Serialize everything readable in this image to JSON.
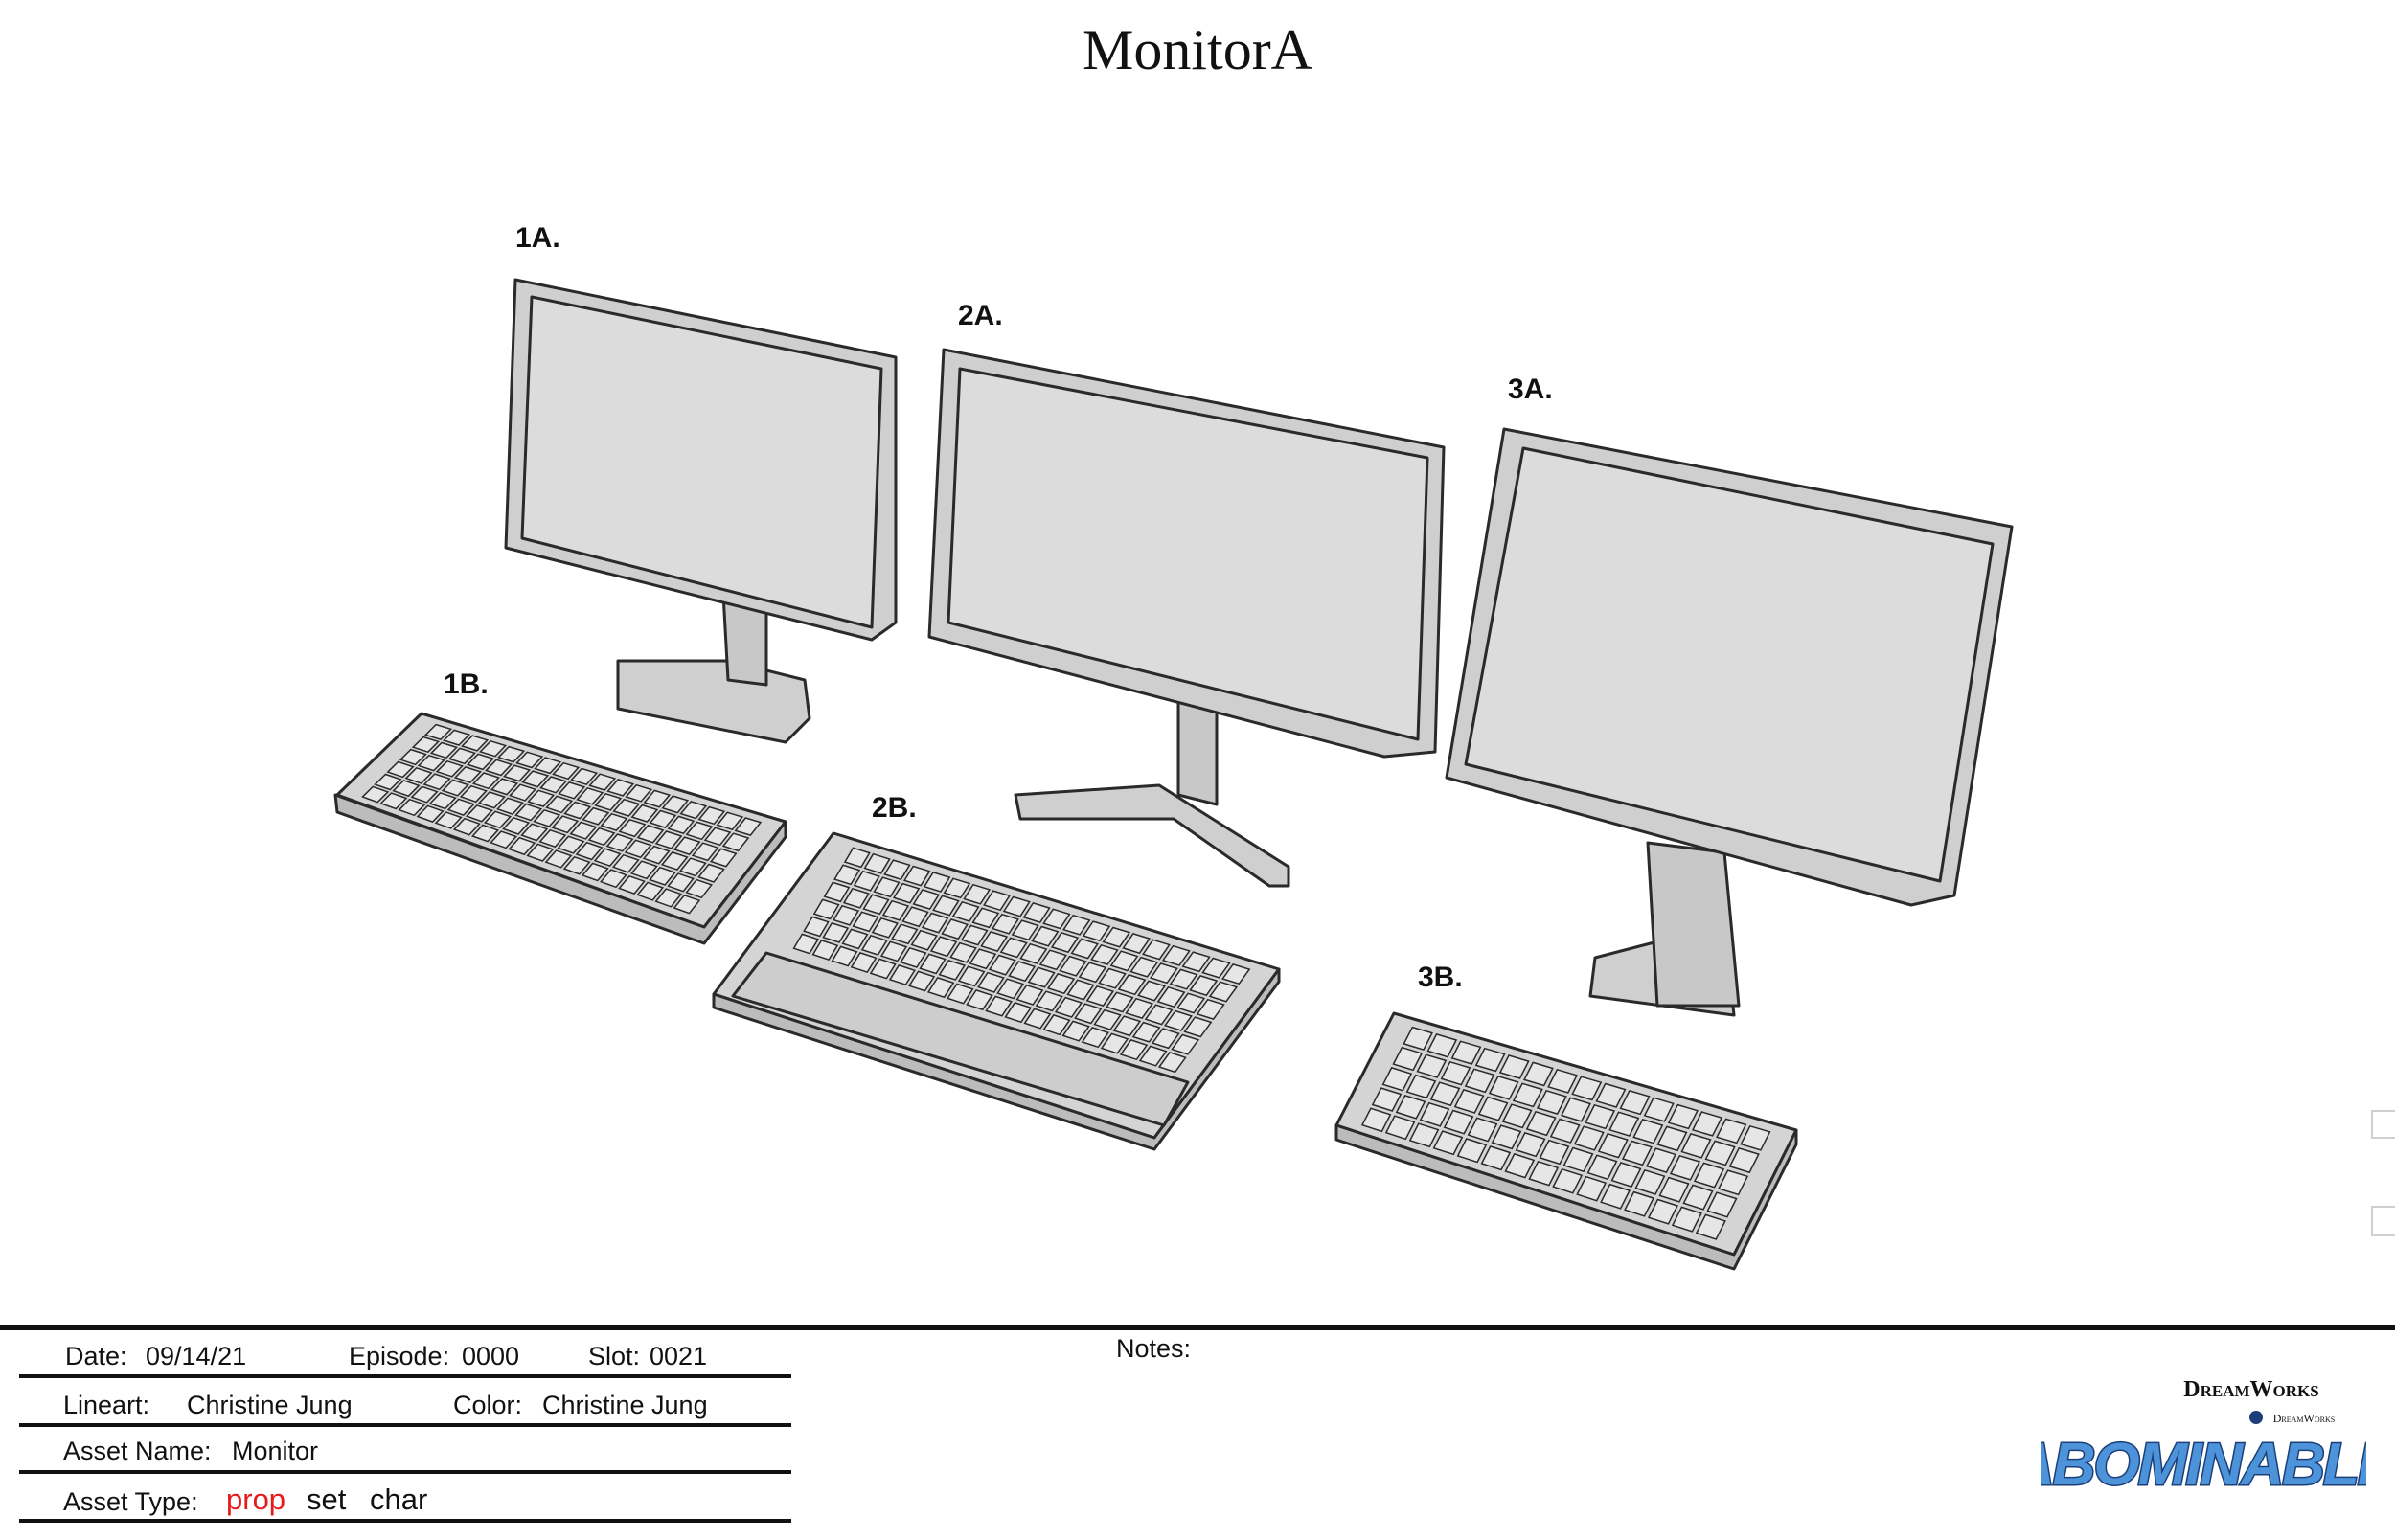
{
  "sheet": {
    "title": "MonitorA"
  },
  "callouts": [
    "1A.",
    "2A.",
    "3A.",
    "1B.",
    "2B.",
    "3B."
  ],
  "info": {
    "date_label": "Date:",
    "date_value": "09/14/21",
    "episode_label": "Episode:",
    "episode_value": "0000",
    "slot_label": "Slot:",
    "slot_value": "0021",
    "lineart_label": "Lineart:",
    "lineart_value": "Christine Jung",
    "color_label": "Color:",
    "color_value": "Christine Jung",
    "asset_name_label": "Asset Name:",
    "asset_name_value": "Monitor",
    "asset_type_label": "Asset Type:",
    "asset_type_options": [
      "prop",
      "set",
      "char"
    ],
    "asset_type_selected": "prop",
    "notes_label": "Notes:"
  },
  "logo": {
    "brand": "DreamWorks",
    "brand_small": "DreamWorks",
    "title": "ABOMINABLE",
    "colors": {
      "title_fill": "#4c93d9",
      "title_stroke": "#1c3f7a"
    }
  },
  "colors": {
    "model_fill": "#d9d9d9",
    "model_edge": "#2a2a2a",
    "screen": "#dcdcdc",
    "highlight": "#e51a1a"
  }
}
